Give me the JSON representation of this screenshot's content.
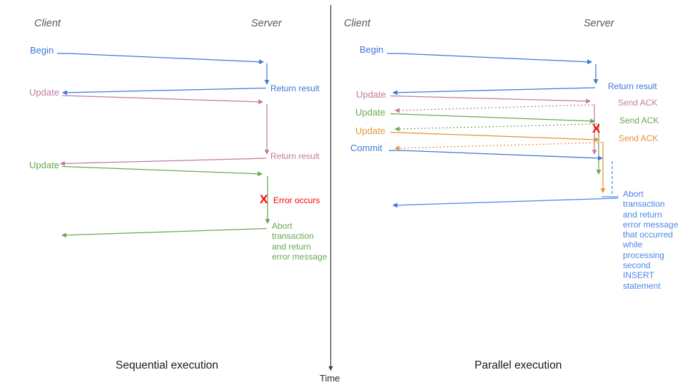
{
  "colors": {
    "blue": "#3c78d8",
    "light_blue": "#4a86e8",
    "pink": "#c27ba0",
    "green": "#6aa84f",
    "orange": "#e69138",
    "red": "#ff0000",
    "header_gray": "#595959",
    "axis": "#3d3d3d"
  },
  "time_axis": {
    "label": "Time"
  },
  "sequential": {
    "title": "Sequential execution",
    "client_header": "Client",
    "server_header": "Server",
    "begin_label": "Begin",
    "return_result1_label": "Return result",
    "update1_label": "Update",
    "return_result2_label": "Return result",
    "update2_label": "Update",
    "error_x": "X",
    "error_label": "Error occurs",
    "abort_note": "Abort\ntransaction\nand return\nerror message"
  },
  "parallel": {
    "title": "Parallel execution",
    "client_header": "Client",
    "server_header": "Server",
    "begin_label": "Begin",
    "return_result_label": "Return result",
    "update1_label": "Update",
    "send_ack1_label": "Send ACK",
    "update2_label": "Update",
    "send_ack2_label": "Send ACK",
    "update3_label": "Update",
    "send_ack3_label": "Send ACK",
    "commit_label": "Commit",
    "error_x": "X",
    "abort_note": "Abort\ntransaction\nand return\nerror message\nthat occurred\nwhile\nprocessing\nsecond\nINSERT\nstatement"
  }
}
